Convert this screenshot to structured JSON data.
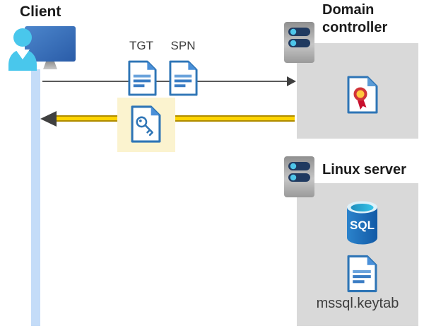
{
  "client": {
    "label": "Client"
  },
  "flow": {
    "tgt_label": "TGT",
    "spn_label": "SPN"
  },
  "domain_controller": {
    "title": "Domain controller"
  },
  "linux_server": {
    "title": "Linux server",
    "sql_icon_text": "SQL",
    "keytab_label": "mssql.keytab"
  },
  "icons": {
    "client": "user-at-computer-icon",
    "domain_controller": "server-icon",
    "linux_server": "server-icon",
    "tgt": "document-icon",
    "spn": "document-icon",
    "key_ticket": "key-document-icon",
    "certificate": "certificate-icon",
    "database": "sql-database-icon",
    "keytab": "document-icon"
  },
  "colors": {
    "accent_blue": "#2e75b6",
    "box_gray": "#d9d9d9",
    "highlight_yellow": "#fbf3cf",
    "arrow_yellow": "#ffd400",
    "arrow_gray": "#595959",
    "person_cyan": "#49c7ec",
    "timeline_blue": "#c4dcf8"
  }
}
